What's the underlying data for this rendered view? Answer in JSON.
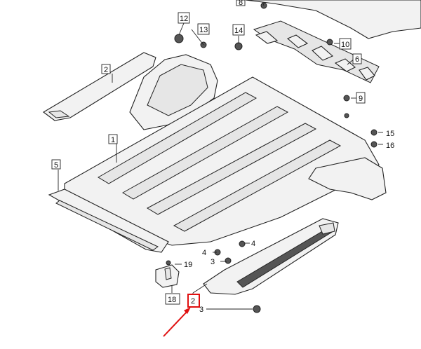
{
  "callouts": {
    "c1": "1",
    "c2a": "2",
    "c2b": "2",
    "c3a": "3",
    "c3b": "3",
    "c4a": "4",
    "c4b": "4",
    "c5": "5",
    "c6": "6",
    "c8": "8",
    "c9": "9",
    "c10": "10",
    "c12": "12",
    "c13": "13",
    "c14": "14",
    "c15": "15",
    "c16": "16",
    "c18": "18",
    "c19": "19"
  },
  "highlight": {
    "callout": "2",
    "color": "#e01010"
  }
}
